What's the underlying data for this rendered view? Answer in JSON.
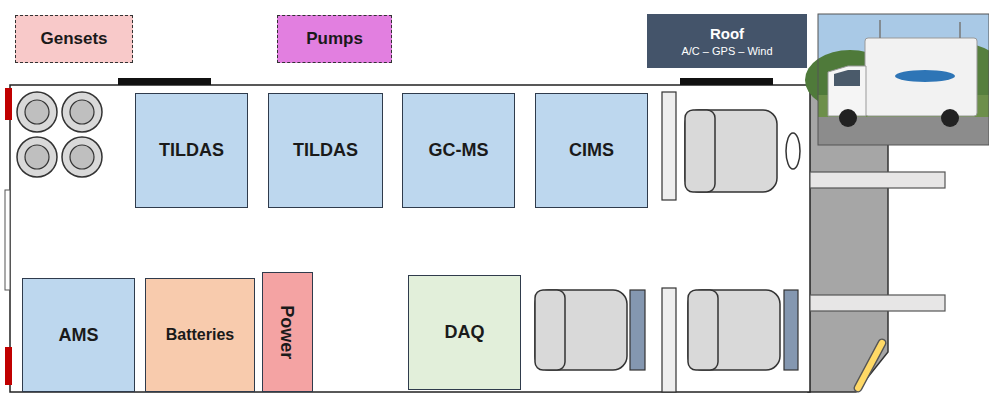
{
  "diagram": {
    "nodes": [
      {
        "text": [
          "Gensets"
        ]
      },
      {
        "text": [
          "Pumps"
        ]
      },
      {
        "text": [
          "Roof",
          "A/C – GPS – Wind"
        ]
      },
      {
        "text": [
          "TILDAS"
        ]
      },
      {
        "text": [
          "TILDAS"
        ]
      },
      {
        "text": [
          "GC-MS"
        ]
      },
      {
        "text": [
          "CIMS"
        ]
      },
      {
        "text": [
          "AMS"
        ]
      },
      {
        "text": [
          "Batteries"
        ]
      },
      {
        "text": [
          "Power"
        ]
      },
      {
        "text": [
          "DAQ"
        ]
      }
    ]
  }
}
